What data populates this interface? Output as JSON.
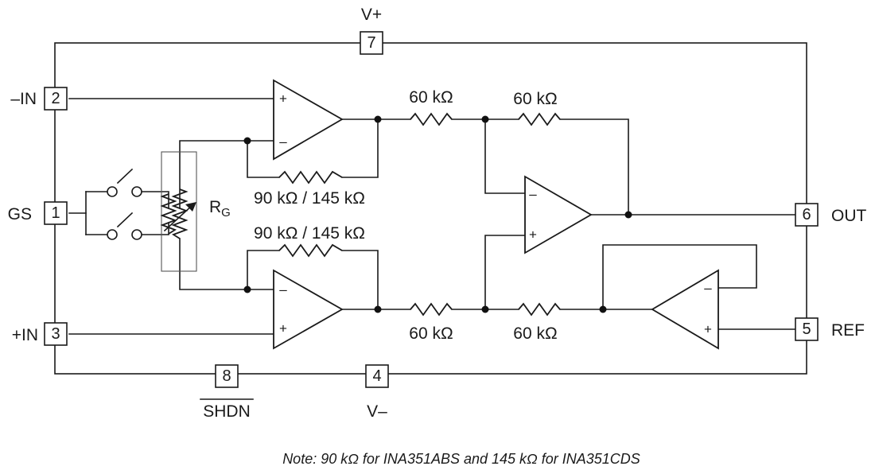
{
  "pins": {
    "vplus": {
      "num": "7",
      "label": "V+"
    },
    "inminus": {
      "num": "2",
      "label": "–IN"
    },
    "gs": {
      "num": "1",
      "label": "GS"
    },
    "inplus": {
      "num": "3",
      "label": "+IN"
    },
    "shdn": {
      "num": "8",
      "label": "SHDN"
    },
    "vminus": {
      "num": "4",
      "label": "V–"
    },
    "out": {
      "num": "6",
      "label": "OUT"
    },
    "ref": {
      "num": "5",
      "label": "REF"
    }
  },
  "resistors": {
    "r_top_in": "60 kΩ",
    "r_top_fb": "60 kΩ",
    "r_bot_in": "60 kΩ",
    "r_bot_ref": "60 kΩ",
    "rg_top": "90 kΩ / 145 kΩ",
    "rg_bot": "90 kΩ / 145 kΩ",
    "rg_main": "R",
    "rg_sub": "G"
  },
  "signs": {
    "plus": "+",
    "minus": "–"
  },
  "note": "Note: 90 kΩ for INA351ABS and 145 kΩ for INA351CDS"
}
